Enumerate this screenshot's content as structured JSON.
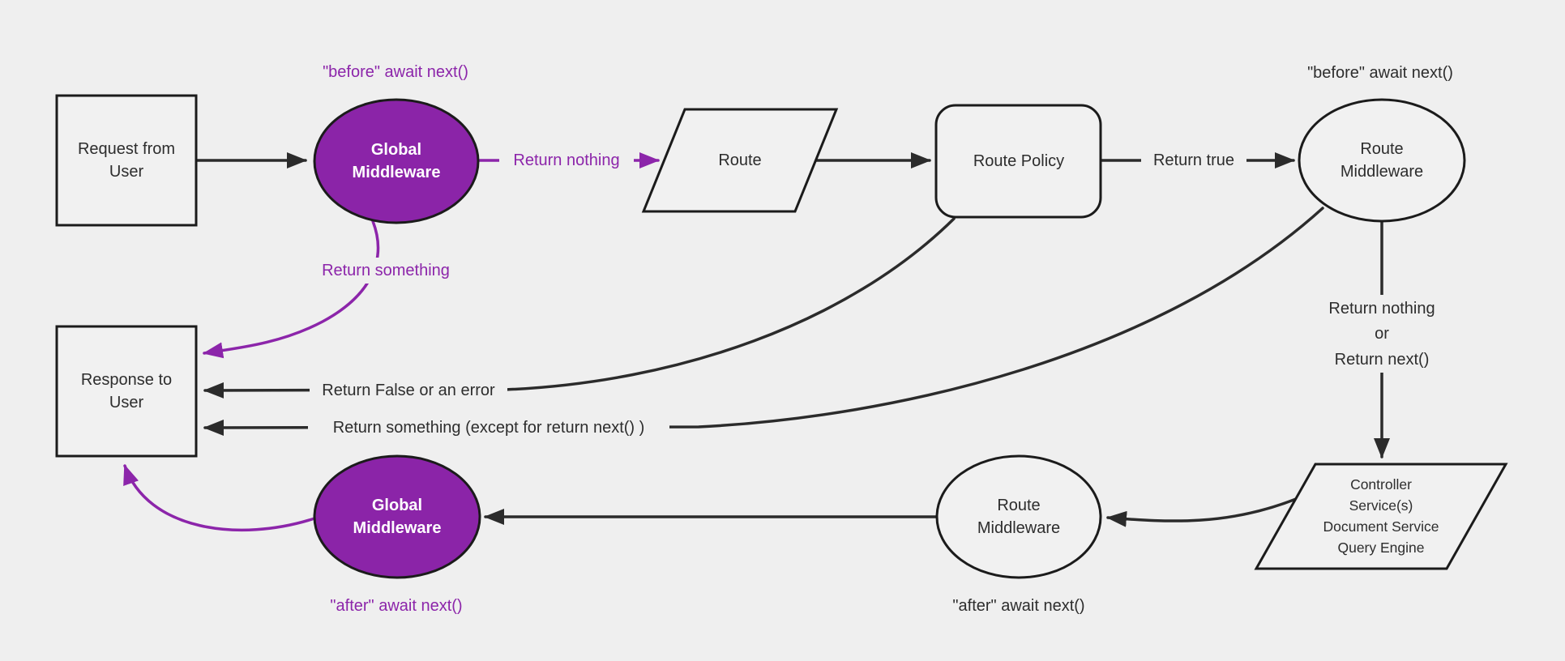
{
  "diagram": {
    "background": "#efefef",
    "colors": {
      "purple_fill": "#8b24a8",
      "purple_stroke": "#8c25aa",
      "dark_stroke": "#2b2b2b",
      "node_fill": "#f1f1f1",
      "node_border": "#1b1b1b",
      "text_dark": "#2d2d2d",
      "text_white": "#ffffff"
    },
    "nodes": {
      "request": {
        "lines": [
          "Request from",
          "User"
        ]
      },
      "global_middleware_top": {
        "lines": [
          "Global",
          "Middleware"
        ]
      },
      "route": {
        "label": "Route"
      },
      "route_policy": {
        "label": "Route Policy"
      },
      "route_middleware_top": {
        "lines": [
          "Route",
          "Middleware"
        ]
      },
      "controller": {
        "lines": [
          "Controller",
          "Service(s)",
          "Document Service",
          "Query Engine"
        ]
      },
      "route_middleware_bottom": {
        "lines": [
          "Route",
          "Middleware"
        ]
      },
      "global_middleware_bottom": {
        "lines": [
          "Global",
          "Middleware"
        ]
      },
      "response": {
        "lines": [
          "Response to",
          "User"
        ]
      }
    },
    "edge_labels": {
      "before_await_top_left": "\"before\" await next()",
      "return_nothing": "Return nothing",
      "return_something": "Return something",
      "return_true": "Return true",
      "before_await_top_right": "\"before\" await next()",
      "return_nothing_or": [
        "Return nothing",
        "or",
        "Return next()"
      ],
      "return_false_error": "Return False or an error",
      "return_something_except": "Return something (except for return next() )",
      "after_await_global": "\"after\" await next()",
      "after_await_route": "\"after\" await next()"
    }
  }
}
